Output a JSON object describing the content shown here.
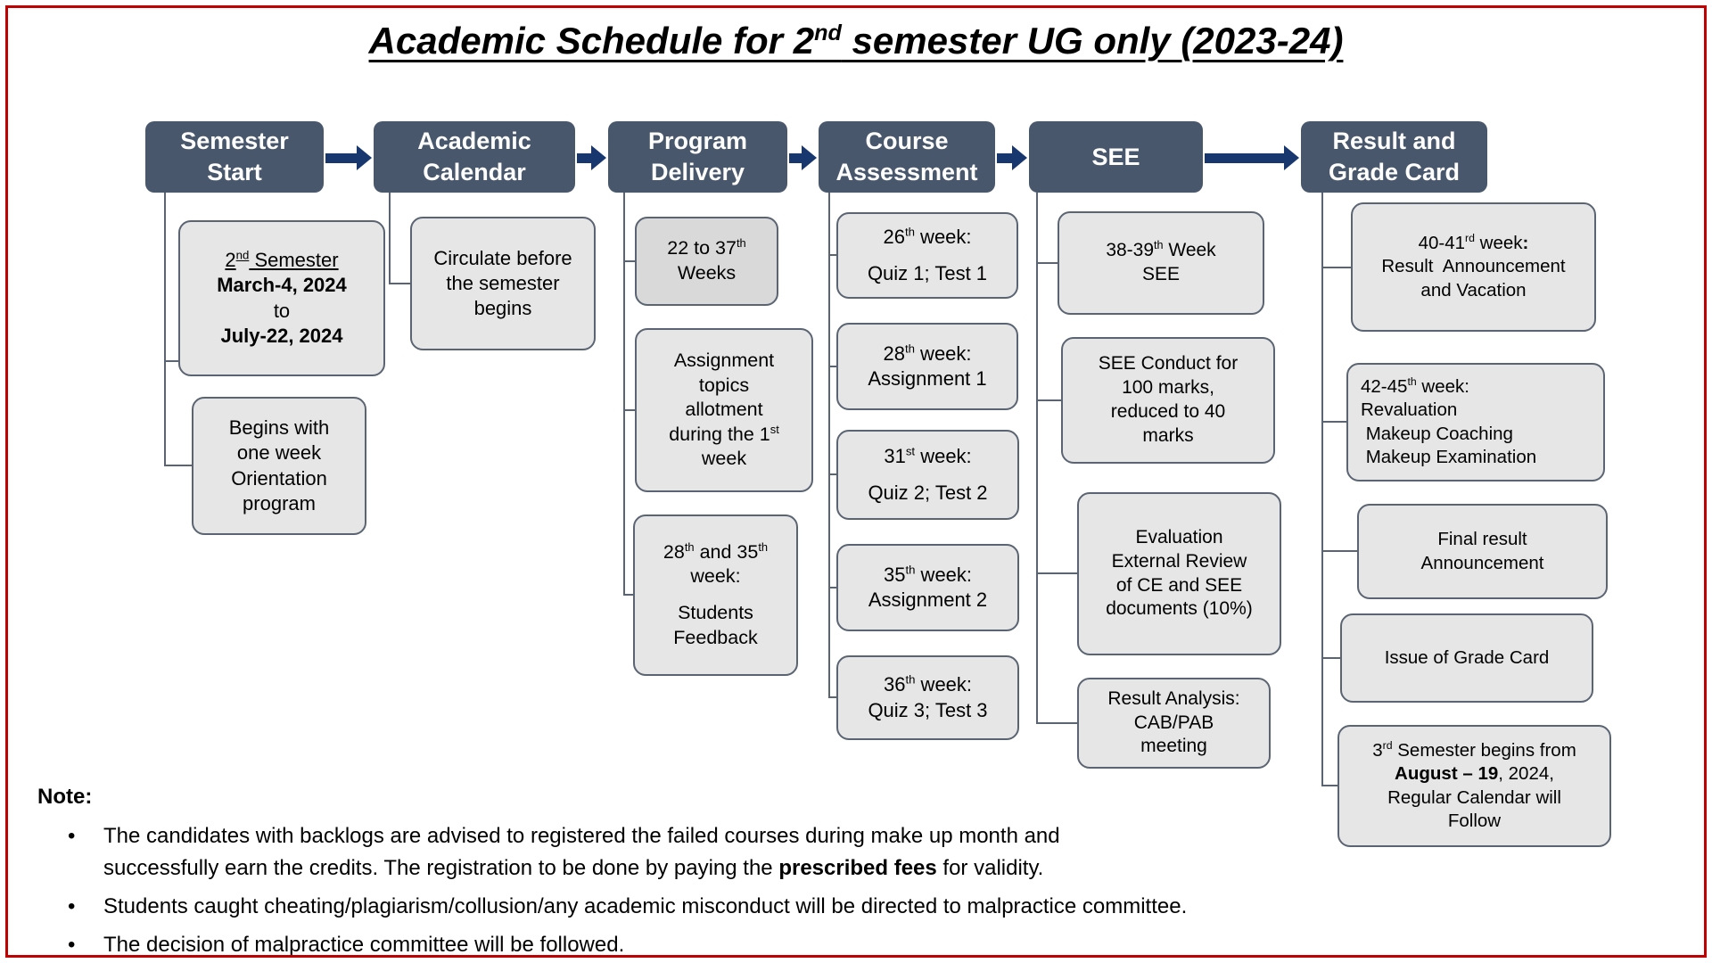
{
  "slide": {
    "title_segments": [
      {
        "t": "Academic Schedule for 2"
      },
      {
        "t": "nd",
        "sup": true
      },
      {
        "t": " semester UG only (2023-24)"
      }
    ],
    "colors": {
      "border": "#C00000",
      "header_fill": "#48576C",
      "arrow": "#17376E",
      "box_fill": "#E7E6E6",
      "box_fill_alt": "#D9D9D9",
      "box_border": "#5A6472",
      "connector": "#5A6472"
    }
  },
  "columns": [
    {
      "id": "semester-start",
      "header_lines": [
        "Semester",
        "Start"
      ],
      "boxes": [
        {
          "lines": [
            {
              "segments": [
                {
                  "t": "2",
                  "u": true
                },
                {
                  "t": "nd",
                  "u": true,
                  "sup": true
                },
                {
                  "t": " Semester",
                  "u": true
                }
              ]
            },
            {
              "segments": [
                {
                  "t": "March-4, 2024",
                  "b": true
                }
              ]
            },
            {
              "segments": [
                {
                  "t": "to"
                }
              ]
            },
            {
              "segments": [
                {
                  "t": "July-22, 2024",
                  "b": true
                }
              ]
            }
          ]
        },
        {
          "lines": [
            {
              "segments": [
                {
                  "t": "Begins with"
                }
              ]
            },
            {
              "segments": [
                {
                  "t": "one week"
                }
              ]
            },
            {
              "segments": [
                {
                  "t": "Orientation"
                }
              ]
            },
            {
              "segments": [
                {
                  "t": "program"
                }
              ]
            }
          ]
        }
      ]
    },
    {
      "id": "academic-calendar",
      "header_lines": [
        "Academic",
        "Calendar"
      ],
      "boxes": [
        {
          "lines": [
            {
              "segments": [
                {
                  "t": "Circulate before"
                }
              ]
            },
            {
              "segments": [
                {
                  "t": "the semester"
                }
              ]
            },
            {
              "segments": [
                {
                  "t": "begins"
                }
              ]
            }
          ]
        }
      ]
    },
    {
      "id": "program-delivery",
      "header_lines": [
        "Program",
        "Delivery"
      ],
      "boxes": [
        {
          "lines": [
            {
              "segments": [
                {
                  "t": "22 to 37"
                },
                {
                  "t": "th",
                  "sup": true
                }
              ]
            },
            {
              "segments": [
                {
                  "t": "Weeks"
                }
              ]
            }
          ]
        },
        {
          "lines": [
            {
              "segments": [
                {
                  "t": "Assignment"
                }
              ]
            },
            {
              "segments": [
                {
                  "t": "topics"
                }
              ]
            },
            {
              "segments": [
                {
                  "t": "allotment"
                }
              ]
            },
            {
              "segments": [
                {
                  "t": "during the 1"
                },
                {
                  "t": "st",
                  "sup": true
                }
              ]
            },
            {
              "segments": [
                {
                  "t": "week"
                }
              ]
            }
          ]
        },
        {
          "lines": [
            {
              "segments": [
                {
                  "t": "28"
                },
                {
                  "t": "th",
                  "sup": true
                },
                {
                  "t": " and 35"
                },
                {
                  "t": "th",
                  "sup": true
                }
              ]
            },
            {
              "segments": [
                {
                  "t": "week:"
                }
              ]
            },
            {
              "gap": true,
              "segments": [
                {
                  "t": "Students"
                }
              ]
            },
            {
              "segments": [
                {
                  "t": "Feedback"
                }
              ]
            }
          ]
        }
      ]
    },
    {
      "id": "course-assessment",
      "header_lines": [
        "Course",
        "Assessment"
      ],
      "boxes": [
        {
          "lines": [
            {
              "segments": [
                {
                  "t": "26"
                },
                {
                  "t": "th",
                  "sup": true
                },
                {
                  "t": " week:"
                }
              ]
            },
            {
              "gap": true,
              "segments": [
                {
                  "t": "Quiz 1; Test 1"
                }
              ]
            }
          ]
        },
        {
          "lines": [
            {
              "segments": [
                {
                  "t": "28"
                },
                {
                  "t": "th",
                  "sup": true
                },
                {
                  "t": " week:"
                }
              ]
            },
            {
              "segments": [
                {
                  "t": "Assignment 1"
                }
              ]
            }
          ]
        },
        {
          "lines": [
            {
              "segments": [
                {
                  "t": "31"
                },
                {
                  "t": "st",
                  "sup": true
                },
                {
                  "t": " week:"
                }
              ]
            },
            {
              "gap": true,
              "segments": [
                {
                  "t": "Quiz 2; Test 2"
                }
              ]
            }
          ]
        },
        {
          "lines": [
            {
              "segments": [
                {
                  "t": "35"
                },
                {
                  "t": "th",
                  "sup": true
                },
                {
                  "t": " week:"
                }
              ]
            },
            {
              "segments": [
                {
                  "t": "Assignment 2"
                }
              ]
            }
          ]
        },
        {
          "lines": [
            {
              "segments": [
                {
                  "t": "36"
                },
                {
                  "t": "th",
                  "sup": true
                },
                {
                  "t": " week:"
                }
              ]
            },
            {
              "segments": [
                {
                  "t": "Quiz 3; Test 3"
                }
              ]
            }
          ]
        }
      ]
    },
    {
      "id": "see",
      "header_lines": [
        "SEE"
      ],
      "boxes": [
        {
          "lines": [
            {
              "segments": [
                {
                  "t": "38-39"
                },
                {
                  "t": "th",
                  "sup": true
                },
                {
                  "t": " Week"
                }
              ]
            },
            {
              "segments": [
                {
                  "t": "SEE"
                }
              ]
            }
          ]
        },
        {
          "lines": [
            {
              "segments": [
                {
                  "t": "SEE Conduct for"
                }
              ]
            },
            {
              "segments": [
                {
                  "t": "100 marks,"
                }
              ]
            },
            {
              "segments": [
                {
                  "t": "reduced to 40"
                }
              ]
            },
            {
              "segments": [
                {
                  "t": "marks"
                }
              ]
            }
          ]
        },
        {
          "lines": [
            {
              "segments": [
                {
                  "t": "Evaluation"
                }
              ]
            },
            {
              "segments": [
                {
                  "t": "External Review"
                }
              ]
            },
            {
              "segments": [
                {
                  "t": "of CE and SEE"
                }
              ]
            },
            {
              "segments": [
                {
                  "t": "documents (10%)"
                }
              ]
            }
          ]
        },
        {
          "lines": [
            {
              "segments": [
                {
                  "t": "Result Analysis:"
                }
              ]
            },
            {
              "segments": [
                {
                  "t": "CAB/PAB"
                }
              ]
            },
            {
              "segments": [
                {
                  "t": "meeting"
                }
              ]
            }
          ]
        }
      ]
    },
    {
      "id": "result-and-grade-card",
      "header_lines": [
        "Result and",
        "Grade Card"
      ],
      "boxes": [
        {
          "lines": [
            {
              "segments": [
                {
                  "t": "40-41"
                },
                {
                  "t": "rd",
                  "sup": true
                },
                {
                  "t": " week"
                },
                {
                  "t": ":",
                  "b": true
                }
              ]
            },
            {
              "segments": [
                {
                  "t": "Result  Announcement"
                }
              ]
            },
            {
              "segments": [
                {
                  "t": "and Vacation"
                }
              ]
            }
          ]
        },
        {
          "lines": [
            {
              "segments": [
                {
                  "t": "42-45"
                },
                {
                  "t": "th",
                  "sup": true
                },
                {
                  "t": " week:"
                }
              ]
            },
            {
              "segments": [
                {
                  "t": "Revaluation"
                }
              ]
            },
            {
              "segments": [
                {
                  "t": " Makeup Coaching"
                }
              ]
            },
            {
              "segments": [
                {
                  "t": " Makeup Examination"
                }
              ]
            }
          ]
        },
        {
          "lines": [
            {
              "segments": [
                {
                  "t": "Final result"
                }
              ]
            },
            {
              "segments": [
                {
                  "t": "Announcement"
                }
              ]
            }
          ]
        },
        {
          "lines": [
            {
              "segments": [
                {
                  "t": "Issue of Grade Card"
                }
              ]
            }
          ]
        },
        {
          "lines": [
            {
              "segments": [
                {
                  "t": "3"
                },
                {
                  "t": "rd",
                  "sup": true
                },
                {
                  "t": " Semester begins from"
                }
              ]
            },
            {
              "segments": [
                {
                  "t": "August – 19",
                  "b": true
                },
                {
                  "t": ", 2024,"
                }
              ]
            },
            {
              "segments": [
                {
                  "t": "Regular Calendar will"
                }
              ]
            },
            {
              "segments": [
                {
                  "t": "Follow"
                }
              ]
            }
          ]
        }
      ]
    }
  ],
  "note": {
    "label": "Note:",
    "bullet_char": "•",
    "bullets": [
      {
        "lines": [
          {
            "segments": [
              {
                "t": "The candidates with backlogs are advised to registered the failed courses during make up month and"
              }
            ]
          },
          {
            "segments": [
              {
                "t": "successfully earn the credits. The registration to be done by paying the "
              },
              {
                "t": "prescribed fees",
                "b": true
              },
              {
                "t": " for validity."
              }
            ]
          }
        ]
      },
      {
        "lines": [
          {
            "segments": [
              {
                "t": "Students caught cheating/plagiarism/collusion/any academic misconduct will be directed to malpractice committee."
              }
            ]
          }
        ]
      },
      {
        "lines": [
          {
            "segments": [
              {
                "t": "The decision of malpractice committee will be followed."
              }
            ]
          }
        ]
      }
    ]
  }
}
